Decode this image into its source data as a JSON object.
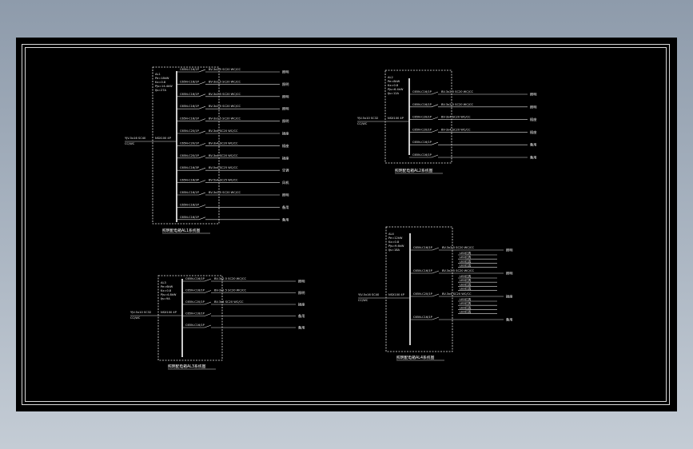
{
  "drawing": {
    "panels": [
      {
        "caption": "照明配电箱AL1系统图",
        "incoming": "YJV-5x16 SC40",
        "incoming_sub": "CC/WC",
        "breaker": "NSX100 4P",
        "info": [
          "AL1",
          "Pe=18kW",
          "Kx=0.8",
          "Pjs=14.4kW",
          "Ijs=27A"
        ],
        "circuits": [
          {
            "device": "C65N-C16/1P",
            "cable": "BV-3x2.5 SC20 WC/CC",
            "label": "照明"
          },
          {
            "device": "C65N-C16/1P",
            "cable": "BV-3x2.5 SC20 WC/CC",
            "label": "照明"
          },
          {
            "device": "C65N-C16/1P",
            "cable": "BV-3x2.5 SC20 WC/CC",
            "label": "照明"
          },
          {
            "device": "C65N-C16/1P",
            "cable": "BV-3x2.5 SC20 WC/CC",
            "label": "照明"
          },
          {
            "device": "C65N-C16/1P",
            "cable": "BV-3x2.5 SC20 WC/CC",
            "label": "照明"
          },
          {
            "device": "C65N-C20/1P",
            "cable": "BV-3x4 SC20 WC/CC",
            "label": "插座"
          },
          {
            "device": "C65N-C20/1P",
            "cable": "BV-3x4 SC20 WC/CC",
            "label": "插座"
          },
          {
            "device": "C65N-C20/1P",
            "cable": "BV-3x4 SC20 WC/CC",
            "label": "插座"
          },
          {
            "device": "C65N-C16/3P",
            "cable": "BV-5x4 SC25 WC/CC",
            "label": "空调"
          },
          {
            "device": "C65N-C16/3P",
            "cable": "BV-5x4 SC25 WC/CC",
            "label": "风机"
          },
          {
            "device": "C65N-C16/1P",
            "cable": "BV-3x2.5 SC20 WC/CC",
            "label": "照明"
          },
          {
            "device": "C65N-C16/1P",
            "cable": "",
            "label": "备用"
          },
          {
            "device": "C65N-C16/1P",
            "cable": "",
            "label": "备用"
          }
        ]
      },
      {
        "caption": "照明配电箱AL2系统图",
        "incoming": "YJV-5x10 SC32",
        "incoming_sub": "CC/WC",
        "breaker": "NSX100 4P",
        "info": [
          "AL2",
          "Pe=8kW",
          "Kx=0.8",
          "Pjs=6.4kW",
          "Ijs=12A"
        ],
        "circuits": [
          {
            "device": "C65N-C16/1P",
            "cable": "BV-3x2.5 SC20 WC/CC",
            "label": "照明"
          },
          {
            "device": "C65N-C16/1P",
            "cable": "BV-3x2.5 SC20 WC/CC",
            "label": "照明"
          },
          {
            "device": "C65N-C20/1P",
            "cable": "BV-3x4 SC20 WC/CC",
            "label": "插座"
          },
          {
            "device": "C65N-C20/1P",
            "cable": "BV-3x4 SC20 WC/CC",
            "label": "插座"
          },
          {
            "device": "C65N-C16/1P",
            "cable": "",
            "label": "备用"
          },
          {
            "device": "C65N-C16/1P",
            "cable": "",
            "label": "备用"
          }
        ]
      },
      {
        "caption": "照明配电箱AL3系统图",
        "incoming": "YJV-5x10 SC32",
        "incoming_sub": "CC/WC",
        "breaker": "NSX100 4P",
        "info": [
          "AL3",
          "Pe=6kW",
          "Kx=0.8",
          "Pjs=4.8kW",
          "Ijs=9A"
        ],
        "circuits": [
          {
            "device": "C65N-C16/1P",
            "cable": "BV-3x2.5 SC20 WC/CC",
            "label": "照明"
          },
          {
            "device": "C65N-C16/1P",
            "cable": "BV-3x2.5 SC20 WC/CC",
            "label": "照明"
          },
          {
            "device": "C65N-C20/1P",
            "cable": "BV-3x4 SC20 WC/CC",
            "label": "插座"
          },
          {
            "device": "C65N-C16/1P",
            "cable": "",
            "label": "备用"
          },
          {
            "device": "C65N-C16/1P",
            "cable": "",
            "label": "备用"
          }
        ]
      },
      {
        "caption": "照明配电箱AL4系统图",
        "incoming": "YJV-5x16 SC40",
        "incoming_sub": "CC/WC",
        "breaker": "NSX100 4P",
        "info": [
          "AL4",
          "Pe=12kW",
          "Kx=0.8",
          "Pjs=9.6kW",
          "Ijs=18A"
        ],
        "circuits": [
          {
            "device": "C65N-C16/1P",
            "cable": "BV-3x2.5 SC20 WC/CC",
            "label": "照明"
          },
          {
            "device": "C65N-C16/1P",
            "cable": "BV-3x2.5 SC20 WC/CC",
            "label": "照明"
          },
          {
            "device": "C65N-C20/1P",
            "cable": "BV-3x4 SC20 WC/CC",
            "label": "插座"
          },
          {
            "device": "C65N-C16/1P",
            "cable": "",
            "label": "备用"
          }
        ],
        "sub_loads": [
          "LED灯具",
          "LED灯具",
          "LED灯具",
          "LED灯具"
        ]
      }
    ]
  }
}
